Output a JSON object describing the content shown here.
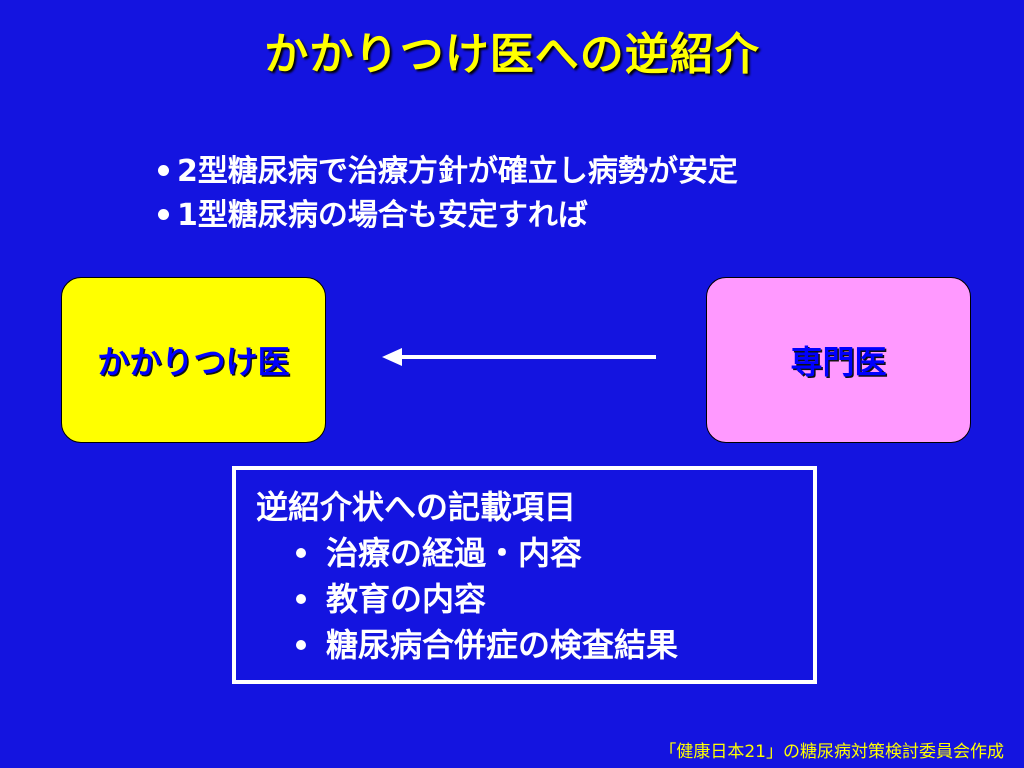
{
  "slide": {
    "title": "かかりつけ医への逆紹介",
    "conditions": [
      "2型糖尿病で治療方針が確立し病勢が安定",
      "1型糖尿病の場合も安定すれば"
    ],
    "gp_label": "かかりつけ医",
    "specialist_label": "専門医",
    "referral_items": {
      "heading": "逆紹介状への記載項目",
      "items": [
        "治療の経過・内容",
        "教育の内容",
        "糖尿病合併症の検査結果"
      ]
    },
    "source": "「健康日本21」の糖尿病対策検討委員会作成"
  },
  "colors": {
    "background": "#1414e0",
    "title": "#ffff00",
    "gp_box": "#ffff00",
    "specialist_box": "#ff99ff",
    "box_label": "#0000ff",
    "arrow": "#ffffff"
  },
  "icons": {
    "arrow": "left-arrow-icon",
    "bullet": "bullet-dot-icon"
  }
}
